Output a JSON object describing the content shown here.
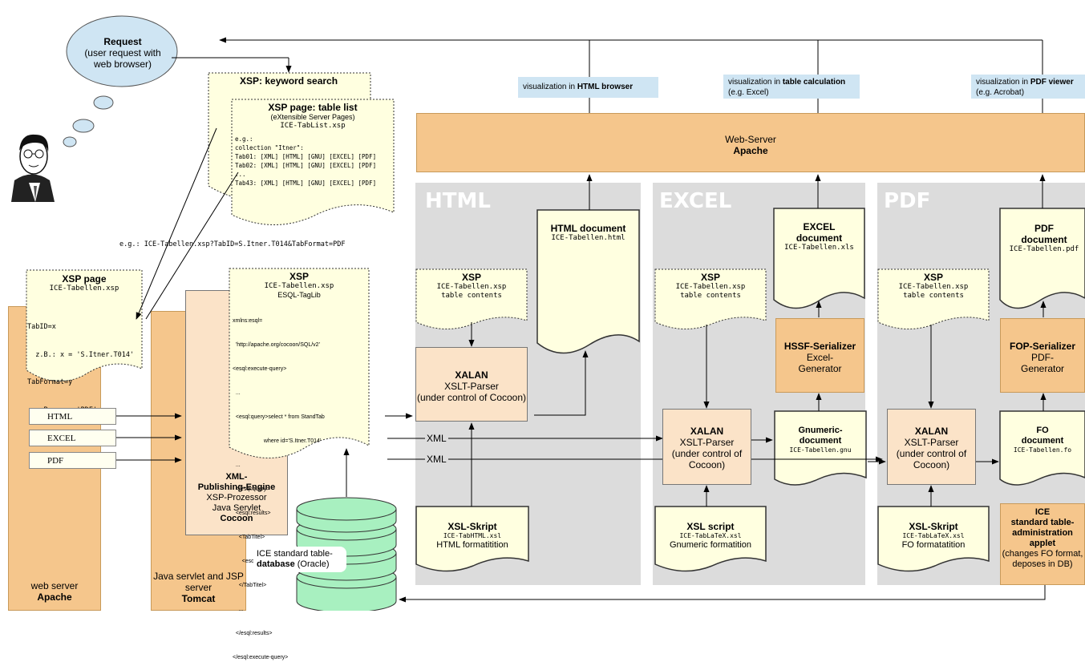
{
  "request": {
    "title": "Request",
    "subtitle": "(user request with web browser)"
  },
  "columns": {
    "html": "HTML",
    "excel": "EXCEL",
    "pdf": "PDF"
  },
  "visualizations": [
    {
      "pre": "visualization in ",
      "bold": "HTML browser",
      "sub": ""
    },
    {
      "pre": "visualization in ",
      "bold": "table calculation",
      "sub": "(e.g. Excel)"
    },
    {
      "pre": "visualization in ",
      "bold": "PDF viewer",
      "sub": "(e.g. Acrobat)"
    }
  ],
  "webserver_bar": {
    "line1": "Web-Server",
    "line2": "Apache"
  },
  "keyword_search": {
    "title": "XSP: keyword search"
  },
  "table_list": {
    "title": "XSP page: table list",
    "subtitle": "(eXtensible Server Pages)",
    "file": "ICE-TabList.xsp",
    "lines": [
      "e.g.:",
      "collection \"Itner\":",
      "Tab01: [XML] [HTML] [GNU] [EXCEL] [PDF]",
      "Tab02: [XML] [HTML] [GNU] [EXCEL] [PDF]",
      "...",
      "Tab43: [XML] [HTML] [GNU] [EXCEL] [PDF]"
    ]
  },
  "url_example": "e.g.: ICE-Tabellen.xsp?TabID=S.Itner.T014&TabFormat=PDF",
  "xsp_page": {
    "title": "XSP page",
    "file": "ICE-Tabellen.xsp",
    "lines": [
      "TabID=x",
      "  z.B.: x = 'S.Itner.T014'",
      "TabFormat=y",
      "  z.B.: y = 'PDF'"
    ]
  },
  "format_buttons": [
    "HTML",
    "EXCEL",
    "PDF"
  ],
  "apache": {
    "line1": "web server",
    "line2": "Apache"
  },
  "tomcat": {
    "line1": "Java servlet and JSP",
    "line2": "server",
    "line3": "Tomcat"
  },
  "engine": {
    "line1": "XML-",
    "line2": "Publishing-Engine",
    "line3": "XSP-Prozessor",
    "line4": "Java Servlet",
    "line5": "Cocoon"
  },
  "xsp_main": {
    "title": "XSP",
    "file": "ICE-Tabellen.xsp",
    "lib": "ESQL-TagLib",
    "code": [
      "xmlns:esql=",
      "  'http://apache.org/cocoon/SQL/v2'",
      "<esql:execute-query>",
      "  ...",
      "  <esql:query>select * from StandTab",
      "                    where id='S.Itner.T014'",
      "  ...",
      "  </esql:query>",
      "  <esql:results>",
      "    <TabTitel>",
      "      <esql:get-string column='TabTitel'/>",
      "    </TabTitel>",
      "    ...",
      "  </esql:results>",
      "</esql:execute-query>"
    ]
  },
  "database": {
    "line1": "ICE standard table-",
    "line2_bold": "database",
    "line2_rest": " (Oracle)"
  },
  "xml_labels": [
    "XML",
    "XML"
  ],
  "xsp_contents": {
    "title": "XSP",
    "file": "ICE-Tabellen.xsp",
    "sub": "table contents"
  },
  "xalan": {
    "title": "XALAN",
    "line1": "XSLT-Parser",
    "line2": "(under control of Cocoon)",
    "line2a": "(under control of",
    "line3": "Cocoon)"
  },
  "html_doc": {
    "title": "HTML document",
    "file": "ICE-Tabellen.html"
  },
  "excel_doc": {
    "title1": "EXCEL",
    "title2": "document",
    "file": "ICE-Tabellen.xls"
  },
  "pdf_doc": {
    "title1": "PDF",
    "title2": "document",
    "file": "ICE-Tabellen.pdf"
  },
  "hssf": {
    "title": "HSSF-Serializer",
    "line1": "Excel-",
    "line2": "Generator"
  },
  "fop": {
    "title": "FOP-Serializer",
    "line1": "PDF-",
    "line2": "Generator"
  },
  "gnumeric": {
    "title1": "Gnumeric-",
    "title2": "document",
    "file": "ICE-Tabellen.gnu"
  },
  "fo_doc": {
    "title1": "FO",
    "title2": "document",
    "file": "ICE-Tabellen.fo"
  },
  "xsl_html": {
    "title": "XSL-Skript",
    "file": "ICE-TabHTML.xsl",
    "sub": "HTML formatitition"
  },
  "xsl_excel": {
    "title": "XSL script",
    "file": "ICE-TabLaTeX.xsl",
    "sub": "Gnumeric formatition"
  },
  "xsl_pdf": {
    "title": "XSL-Skript",
    "file": "ICE-TabLaTeX.xsl",
    "sub": "FO formatatition"
  },
  "ice_applet": {
    "lines": [
      "ICE",
      "standard table-",
      "administration",
      "applet"
    ],
    "sub": "(changes FO format, deposes in DB)"
  }
}
